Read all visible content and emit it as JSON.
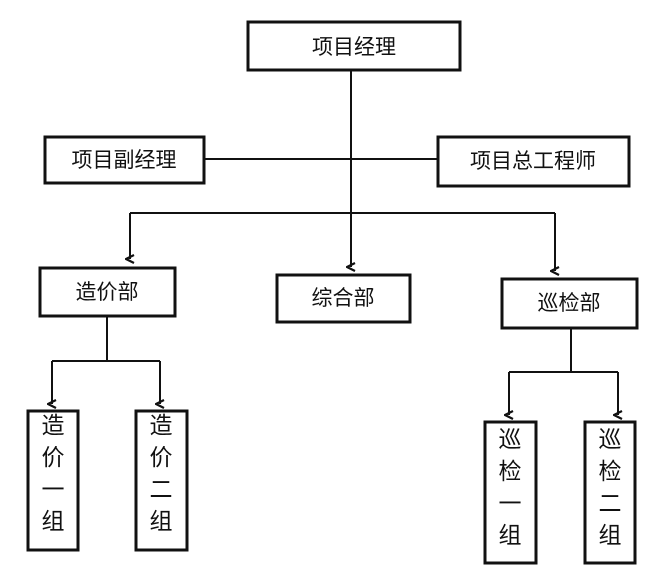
{
  "nodes": {
    "manager": "项目经理",
    "deputy_manager": "项目副经理",
    "chief_engineer": "项目总工程师",
    "cost_dept": "造价部",
    "general_dept": "综合部",
    "inspection_dept": "巡检部",
    "cost_group_1": "造价一组",
    "cost_group_2": "造价二组",
    "inspection_group_1": "巡检一组",
    "inspection_group_2": "巡检二组"
  }
}
